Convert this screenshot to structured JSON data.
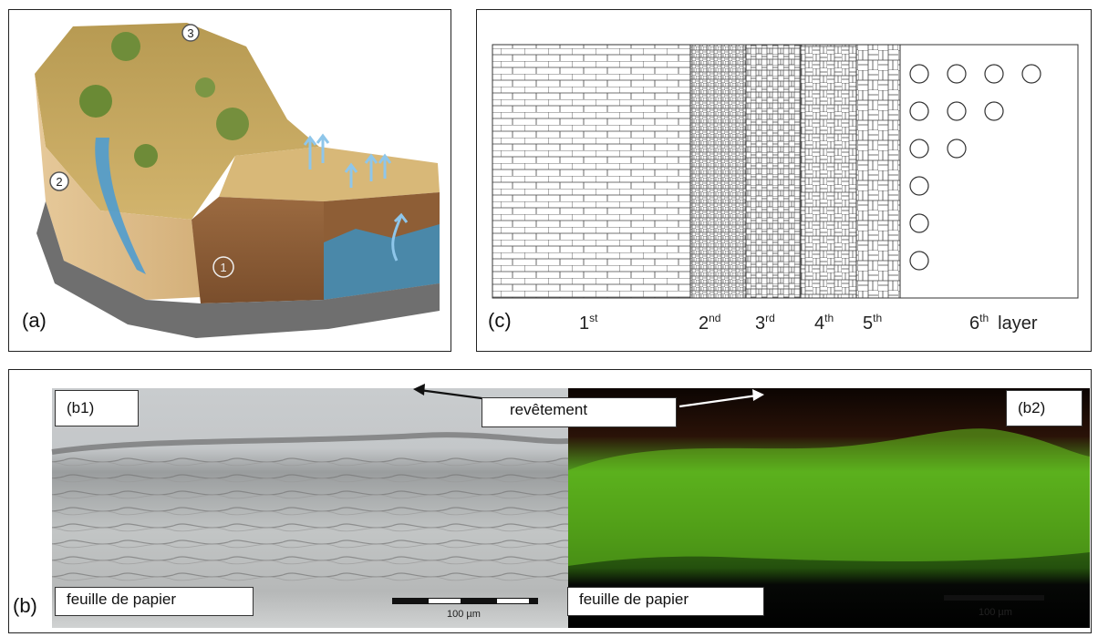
{
  "panel_a": {
    "label": "(a)",
    "markers": [
      "1",
      "2",
      "3"
    ]
  },
  "panel_c": {
    "label": "(c)",
    "layers": [
      {
        "num": "1",
        "sup": "st",
        "suffix": ""
      },
      {
        "num": "2",
        "sup": "nd",
        "suffix": ""
      },
      {
        "num": "3",
        "sup": "rd",
        "suffix": ""
      },
      {
        "num": "4",
        "sup": "th",
        "suffix": ""
      },
      {
        "num": "5",
        "sup": "th",
        "suffix": ""
      },
      {
        "num": "6",
        "sup": "th",
        "suffix": "layer"
      }
    ]
  },
  "panel_b": {
    "label": "(b)",
    "b1_label": "(b1)",
    "b2_label": "(b2)",
    "coating_label": "revêtement",
    "paper_label_left": "feuille de papier",
    "paper_label_right": "feuille de papier",
    "scale_left": "100 µm",
    "scale_right": "100 µm"
  }
}
